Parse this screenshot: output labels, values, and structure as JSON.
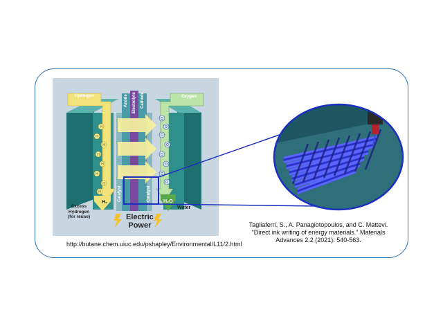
{
  "diagram": {
    "labels": {
      "hydrogen": "Hydrogen",
      "oxygen": "Oxygen",
      "anode": "Anode",
      "electrolyte": "Electrolyte",
      "cathode": "Cathode",
      "catalyst_left": "Catalyst",
      "catalyst_right": "Catalyst",
      "excess_hydrogen": "Excess\nHydrogen\n(for reuse)",
      "h2": "H₂",
      "h2o": "H₂O",
      "water": "Water",
      "electric_power": "Electric\nPower",
      "h_ion": "H",
      "o_ion": "O"
    },
    "colors": {
      "frame_border": "#2a6fb0",
      "panel_bg": "#c8d6e2",
      "teal": "#2f8f8a",
      "yellow_arrow": "#f2e27a",
      "electrolyte_purple": "#7a4aa0",
      "zoom_bg": "#2a6470",
      "ink_blue": "#2b34c8"
    }
  },
  "captions": {
    "left": "http://butane.chem.uiuc.edu/pshapley/Environmental/L11/2.html",
    "right": "Tagliaferri, S., A. Panagiotopoulos, and C. Mattevi. \"Direct ink writing of energy materials.\" Materials Advances 2.2 (2021): 540-563."
  }
}
